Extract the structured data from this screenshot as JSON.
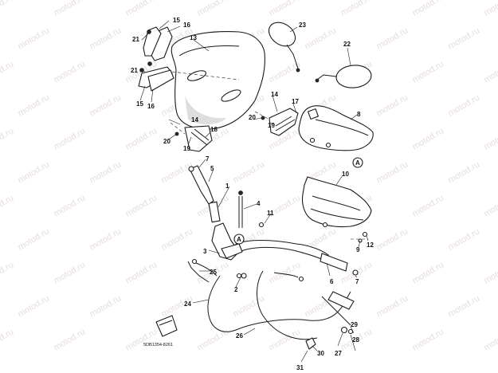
{
  "diagram": {
    "watermark": "motod.ru",
    "reference_code": "5DB1354-8261",
    "callouts": [
      "1",
      "2",
      "3",
      "4",
      "5",
      "6",
      "7",
      "7",
      "8",
      "9",
      "10",
      "11",
      "12",
      "13",
      "14",
      "14",
      "15",
      "15",
      "16",
      "16",
      "17",
      "18",
      "19",
      "19",
      "20",
      "20",
      "21",
      "21",
      "22",
      "23",
      "24",
      "25",
      "26",
      "27",
      "28",
      "29",
      "30",
      "31"
    ],
    "circled_marks": [
      "A",
      "A"
    ]
  }
}
